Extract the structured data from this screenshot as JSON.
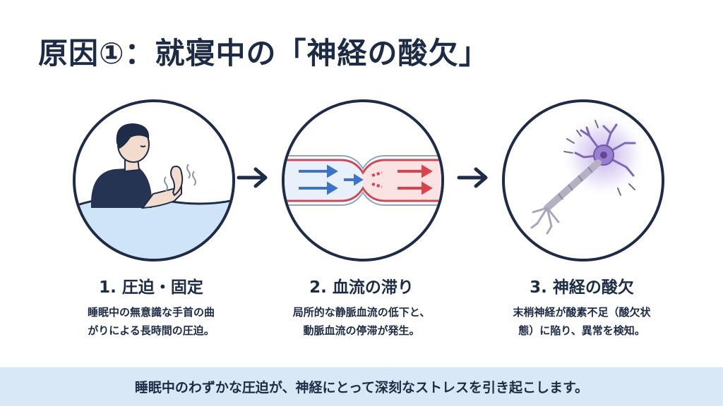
{
  "title": "原因①：就寝中の「神経の酸欠」",
  "steps": [
    {
      "heading": "1. 圧迫・固定",
      "lines": [
        "睡眠中の無意識な手首の曲",
        "がりによる長時間の圧迫。"
      ],
      "illustration": "sleeping-person-bent-wrist"
    },
    {
      "heading": "2. 血流の滞り",
      "lines": [
        "局所的な静脈血流の低下と、",
        "動脈血流の停滞が発生。"
      ],
      "illustration": "constricted-blood-vessel"
    },
    {
      "heading": "3. 神経の酸欠",
      "lines": [
        "末梢神経が酸素不足（酸欠状",
        "態）に陥り、異常を検知。"
      ],
      "illustration": "glowing-neuron"
    }
  ],
  "footer": "睡眠中のわずかな圧迫が、神経にとって深刻なストレスを引き起こします。",
  "colors": {
    "navy": "#1e2b45",
    "footer_bg": "#d9e8f6",
    "vein_blue": "#3f74c4",
    "artery_red": "#d9434b",
    "neuron_purple": "#9a7fd1"
  }
}
